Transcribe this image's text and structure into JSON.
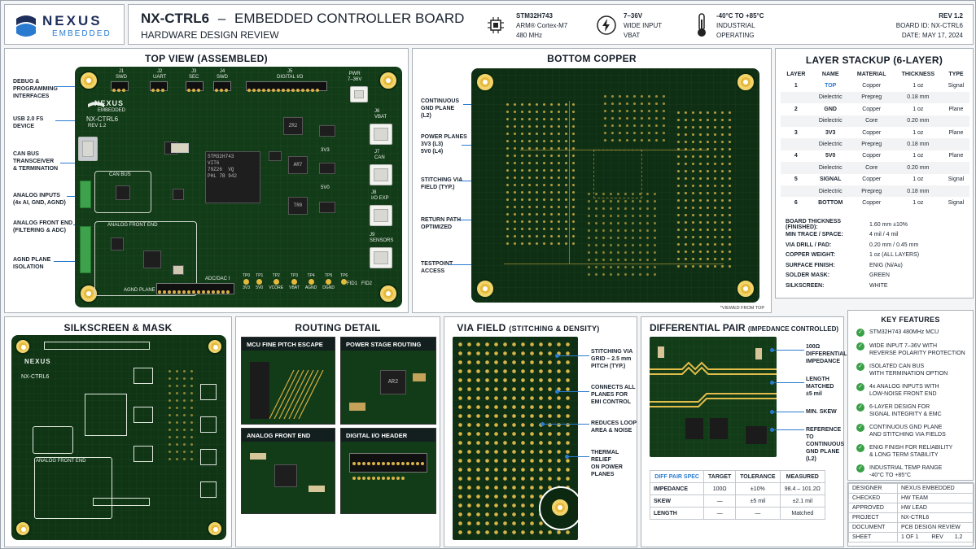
{
  "header": {
    "logo_top": "NEXUS",
    "logo_bottom": "EMBEDDED",
    "title": "NX-CTRL6",
    "dash": "–",
    "subtitle": "EMBEDDED CONTROLLER BOARD",
    "subtitle2": "HARDWARE DESIGN REVIEW",
    "spec_mcu": [
      "STM32H743",
      "ARM® Cortex-M7",
      "480 MHz"
    ],
    "spec_power": [
      "7–36V",
      "WIDE INPUT",
      "VBAT"
    ],
    "spec_temp": [
      "-40°C TO +85°C",
      "INDUSTRIAL",
      "OPERATING"
    ],
    "rev": "REV 1.2",
    "board_id": "BOARD ID: NX-CTRL6",
    "date": "DATE: MAY 17, 2024"
  },
  "top_view": {
    "title": "TOP VIEW (ASSEMBLED)",
    "callouts": [
      "DEBUG &\nPROGRAMMING\nINTERFACES",
      "USB 2.0 FS\nDEVICE",
      "CAN BUS\nTRANSCEIVER\n& TERMINATION",
      "ANALOG INPUTS\n(4x AI, GND, AGND)",
      "ANALOG FRONT END\n(FILTERING & ADC)",
      "AGND PLANE\nISOLATION"
    ],
    "silk": {
      "logo": "NEXUS",
      "logo_sub": "EMBEDDED",
      "board": "NX-CTRL6",
      "rev": "REV 1.2",
      "mcu": "STM32H743\nVIT6\n79Z26  VQ\nPHL 7B 942",
      "j1": "J1\nSWD",
      "j2": "J2\nUART",
      "j3": "J3\nSEC",
      "j4": "J4\nSWD",
      "j5": "J5\nDIGITAL I/O",
      "pwr": "PWR\n7–36V",
      "can": "CAN BUS",
      "afe": "ANALOG FRONT END",
      "agnd": "AGND PLANE",
      "adc": "ADC/DAC I",
      "j6": "J6\nVBAT",
      "j7": "J7\nCAN",
      "j8": "J8\nI/O EXP",
      "j9": "J9\nSENSORS",
      "zr2": "ZR2",
      "ar7": "AR7",
      "tr0": "TR0",
      "3v3": "3V3",
      "5v0": "5V0",
      "tps": [
        "TP0",
        "TP1",
        "TP2",
        "TP3",
        "TP4",
        "TP5",
        "TP6"
      ],
      "tpnames": [
        "3V3",
        "5V0",
        "VCORE",
        "VBAT",
        "AGND",
        "DGND"
      ],
      "fid": [
        "FID1",
        "FID2"
      ]
    }
  },
  "bottom": {
    "title": "BOTTOM COPPER",
    "callouts": [
      "CONTINUOUS\nGND PLANE\n(L2)",
      "POWER PLANES\n3V3 (L3)\n5V0 (L4)",
      "STITCHING VIA\nFIELD (TYP.)",
      "RETURN PATH\nOPTIMIZED",
      "TESTPOINT\nACCESS"
    ],
    "note": "*VIEWED FROM TOP"
  },
  "stackup": {
    "title": "LAYER STACKUP (6-LAYER)",
    "headers": [
      "LAYER",
      "NAME",
      "MATERIAL",
      "THICKNESS",
      "TYPE"
    ],
    "rows": [
      [
        "1",
        "TOP",
        "Copper",
        "1 oz",
        "Signal"
      ],
      [
        "",
        "Dielectric",
        "Prepreg",
        "0.18 mm",
        ""
      ],
      [
        "2",
        "GND",
        "Copper",
        "1 oz",
        "Plane"
      ],
      [
        "",
        "Dielectric",
        "Core",
        "0.20 mm",
        ""
      ],
      [
        "3",
        "3V3",
        "Copper",
        "1 oz",
        "Plane"
      ],
      [
        "",
        "Dielectric",
        "Prepreg",
        "0.18 mm",
        ""
      ],
      [
        "4",
        "5V0",
        "Copper",
        "1 oz",
        "Plane"
      ],
      [
        "",
        "Dielectric",
        "Core",
        "0.20 mm",
        ""
      ],
      [
        "5",
        "SIGNAL",
        "Copper",
        "1 oz",
        "Signal"
      ],
      [
        "",
        "Dielectric",
        "Prepreg",
        "0.18 mm",
        ""
      ],
      [
        "6",
        "BOTTOM",
        "Copper",
        "1 oz",
        "Signal"
      ]
    ],
    "specs": [
      [
        "BOARD THICKNESS (FINISHED):",
        "1.60 mm ±10%"
      ],
      [
        "MIN TRACE / SPACE:",
        "4 mil / 4 mil"
      ],
      [
        "VIA DRILL / PAD:",
        "0.20 mm / 0.45 mm"
      ],
      [
        "COPPER WEIGHT:",
        "1 oz (ALL LAYERS)"
      ],
      [
        "SURFACE FINISH:",
        "ENIG (Ni/Au)"
      ],
      [
        "SOLDER MASK:",
        "GREEN"
      ],
      [
        "SILKSCREEN:",
        "WHITE"
      ]
    ]
  },
  "silkscreen": {
    "title": "SILKSCREEN & MASK"
  },
  "routing": {
    "title": "ROUTING DETAIL",
    "panels": [
      "MCU FINE PITCH ESCAPE",
      "POWER STAGE ROUTING",
      "ANALOG FRONT END",
      "DIGITAL I/O HEADER"
    ],
    "ar2": "AR2"
  },
  "via": {
    "title": "VIA FIELD",
    "title_sub": "(STITCHING & DENSITY)",
    "callouts": [
      "STITCHING VIA\nGRID – 2.5 mm\nPITCH (TYP.)",
      "CONNECTS ALL\nPLANES FOR\nEMI CONTROL",
      "REDUCES LOOP\nAREA & NOISE",
      "THERMAL RELIEF\nON POWER\nPLANES"
    ]
  },
  "diff": {
    "title": "DIFFERENTIAL PAIR",
    "title_sub": "(IMPEDANCE CONTROLLED)",
    "callouts": [
      "100Ω\nDIFFERENTIAL\nIMPEDANCE",
      "LENGTH\nMATCHED\n±5 mil",
      "MIN. SKEW",
      "REFERENCE TO\nCONTINUOUS\nGND PLANE (L2)"
    ],
    "headers": [
      "DIFF PAIR SPEC",
      "TARGET",
      "TOLERANCE",
      "MEASURED"
    ],
    "rows": [
      [
        "IMPEDANCE",
        "100Ω",
        "±10%",
        "98.4 – 101.2Ω"
      ],
      [
        "SKEW",
        "—",
        "±5 mil",
        "±2.1 mil"
      ],
      [
        "LENGTH",
        "—",
        "—",
        "Matched"
      ]
    ]
  },
  "features": {
    "title": "KEY FEATURES",
    "items": [
      "STM32H743 480MHz MCU",
      "WIDE INPUT 7–36V WITH\nREVERSE POLARITY PROTECTION",
      "ISOLATED CAN BUS\nWITH TERMINATION OPTION",
      "4x ANALOG INPUTS WITH\nLOW-NOISE FRONT END",
      "6-LAYER DESIGN FOR\nSIGNAL INTEGRITY & EMC",
      "CONTINUOUS GND PLANE\nAND STITCHING VIA FIELDS",
      "ENIG FINISH FOR RELIABILITY\n& LONG TERM STABILITY",
      "INDUSTRIAL TEMP RANGE\n-40°C TO +85°C"
    ]
  },
  "titleblock": {
    "rows": [
      [
        "DESIGNER",
        "NEXUS EMBEDDED"
      ],
      [
        "CHECKED",
        "HW TEAM"
      ],
      [
        "APPROVED",
        "HW LEAD"
      ],
      [
        "PROJECT",
        "NX-CTRL6"
      ],
      [
        "DOCUMENT",
        "PCB DESIGN REVIEW"
      ]
    ],
    "sheet_label": "SHEET",
    "sheet_val": "1 OF 1",
    "rev_label": "REV",
    "rev_val": "1.2"
  },
  "colors": {
    "mask": "#123b18",
    "accent": "#2a7bd0",
    "gold": "#e5b93c",
    "check": "#3aa047"
  }
}
